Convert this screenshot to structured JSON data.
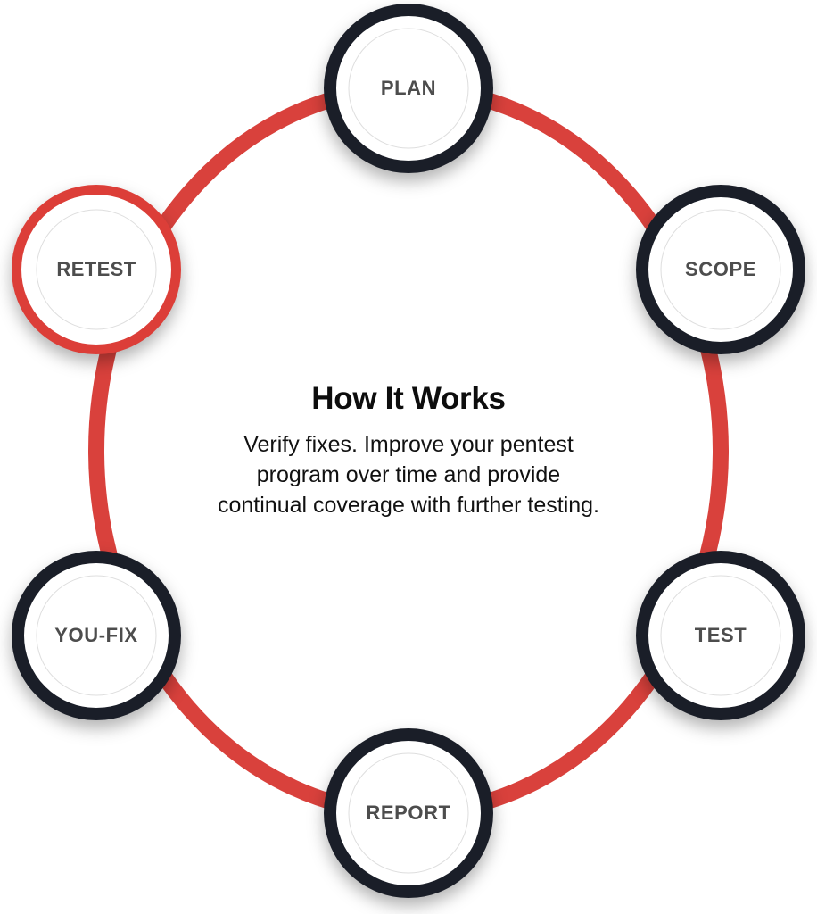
{
  "diagram": {
    "type": "cycle",
    "shape": "circular-process-ring",
    "accent_color": "#dc3e38",
    "ring_color": "#d9413c",
    "node_ring_color": "#1a1e28",
    "node_fill_color": "#ffffff",
    "node_label_color": "#4d4d4d",
    "active_step": "RETEST"
  },
  "center": {
    "title": "How It Works",
    "subtitle_lines": [
      "Verify fixes. Improve your pentest",
      "program over time and provide",
      "continual coverage with further testing."
    ]
  },
  "steps": [
    {
      "id": "plan",
      "label": "PLAN",
      "position": "top",
      "state": "default"
    },
    {
      "id": "scope",
      "label": "SCOPE",
      "position": "upper-right",
      "state": "default"
    },
    {
      "id": "test",
      "label": "TEST",
      "position": "lower-right",
      "state": "default"
    },
    {
      "id": "report",
      "label": "REPORT",
      "position": "bottom",
      "state": "default"
    },
    {
      "id": "youfix",
      "label": "YOU-FIX",
      "position": "lower-left",
      "state": "default"
    },
    {
      "id": "retest",
      "label": "RETEST",
      "position": "upper-left",
      "state": "active"
    }
  ]
}
